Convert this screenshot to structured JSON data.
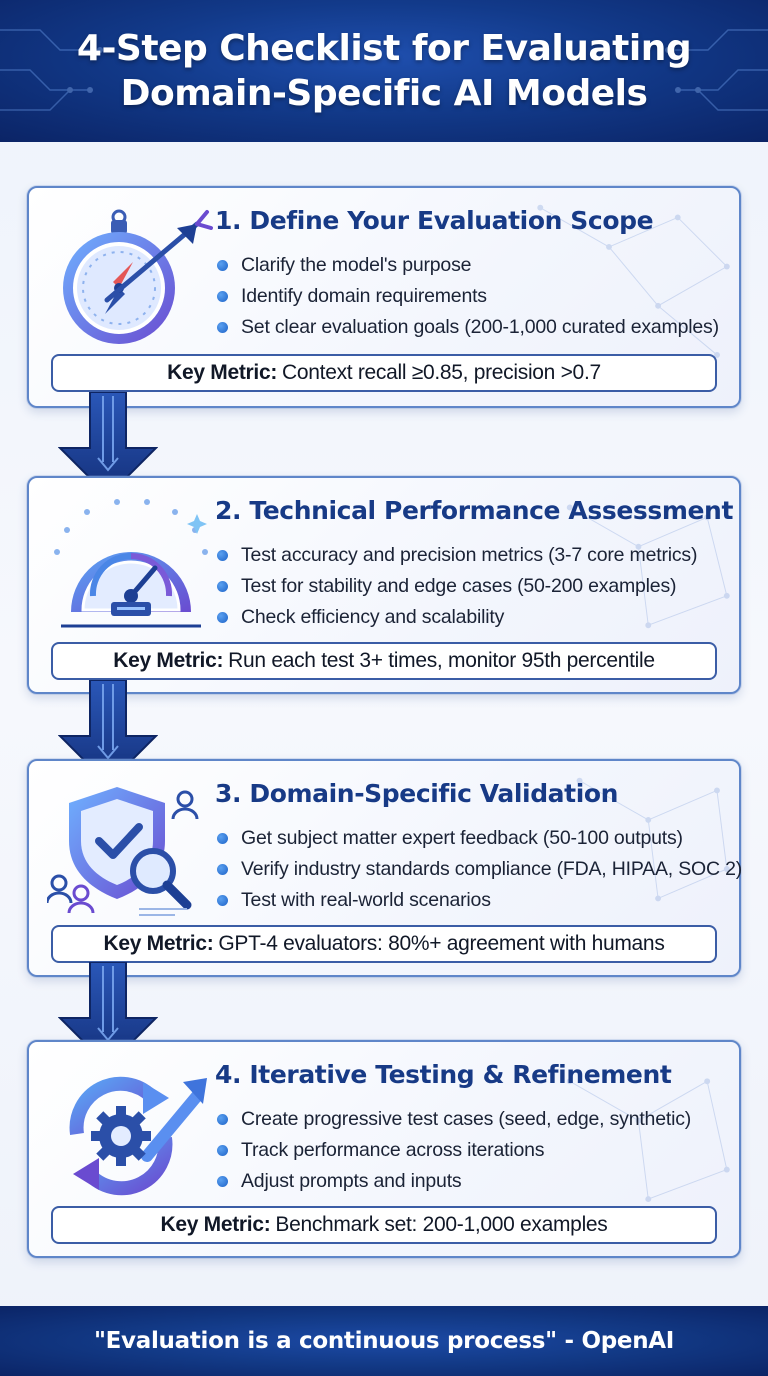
{
  "header": {
    "title": "4-Step Checklist for Evaluating Domain-Specific AI Models"
  },
  "steps": [
    {
      "title": "1. Define Your Evaluation Scope",
      "icon": "compass-arrow-icon",
      "bullets": [
        "Clarify the model's purpose",
        "Identify domain requirements",
        "Set clear evaluation goals (200-1,000 curated examples)"
      ],
      "metric_label": "Key Metric:",
      "metric_value": "Context recall ≥0.85, precision >0.7"
    },
    {
      "title": "2. Technical Performance Assessment",
      "icon": "speedometer-gauge-icon",
      "bullets": [
        "Test accuracy and precision metrics (3-7 core metrics)",
        "Test for stability and edge cases (50-200 examples)",
        "Check efficiency and scalability"
      ],
      "metric_label": "Key Metric:",
      "metric_value": "Run each test 3+ times, monitor 95th percentile"
    },
    {
      "title": "3. Domain-Specific Validation",
      "icon": "shield-magnifier-icon",
      "bullets": [
        "Get subject matter expert feedback (50-100 outputs)",
        "Verify industry standards compliance (FDA, HIPAA, SOC 2)",
        "Test with real-world scenarios"
      ],
      "metric_label": "Key Metric:",
      "metric_value": "GPT-4 evaluators: 80%+ agreement with humans"
    },
    {
      "title": "4. Iterative Testing & Refinement",
      "icon": "gear-cycle-arrows-icon",
      "bullets": [
        "Create progressive test cases (seed, edge, synthetic)",
        "Track performance across iterations",
        "Adjust prompts and inputs"
      ],
      "metric_label": "Key Metric:",
      "metric_value": "Benchmark set: 200-1,000 examples"
    }
  ],
  "footer": {
    "quote": "\"Evaluation is a continuous process\" - OpenAI"
  },
  "colors": {
    "header_bg": "#123a8a",
    "title_text": "#173a86",
    "card_border": "#5f86c9",
    "bullet": "#1e63c8",
    "arrow": "#1d3f94"
  }
}
